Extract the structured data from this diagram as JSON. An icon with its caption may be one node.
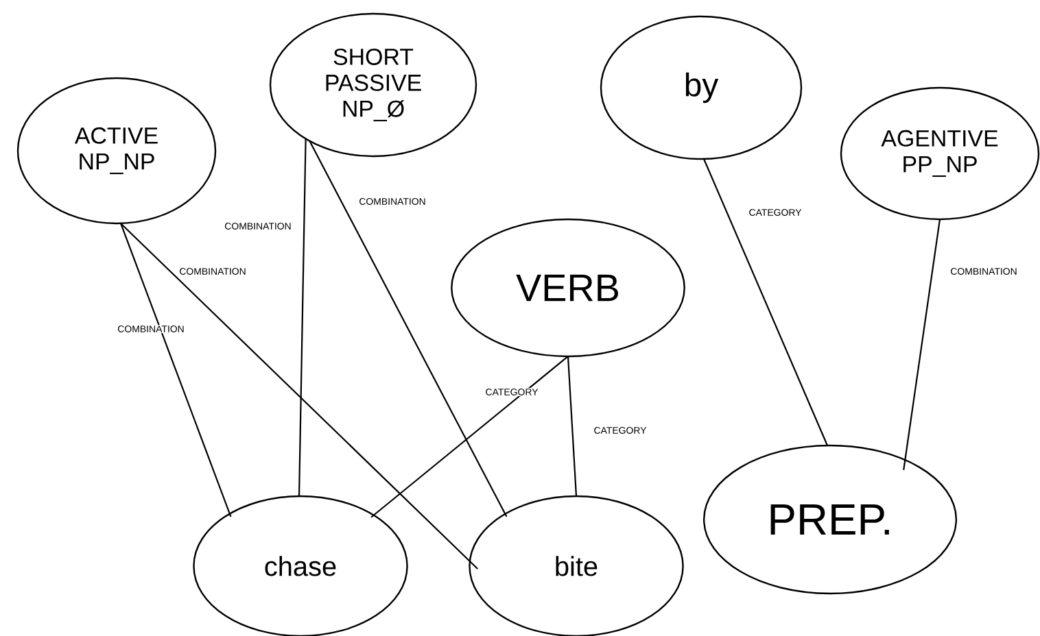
{
  "diagram": {
    "nodes": [
      {
        "text": [
          "ACTIVE",
          "NP_NP"
        ]
      },
      {
        "text": [
          "SHORT PASSIVE",
          "NP_Ø"
        ]
      },
      {
        "text": [
          "by"
        ]
      },
      {
        "text": [
          "AGENTIVE",
          "PP_NP"
        ]
      },
      {
        "text": [
          "VERB"
        ]
      },
      {
        "text": [
          "chase"
        ]
      },
      {
        "text": [
          "bite"
        ]
      },
      {
        "text": [
          "PREP."
        ]
      }
    ],
    "edges": [
      {
        "from": 0,
        "to": 5,
        "arrow": "none",
        "label": "COMBINATION"
      },
      {
        "from": 0,
        "to": 6,
        "arrow": "none",
        "label": "COMBINATION"
      },
      {
        "from": 1,
        "to": 5,
        "arrow": "none",
        "label": "COMBINATION"
      },
      {
        "from": 1,
        "to": 6,
        "arrow": "none",
        "label": "COMBINATION"
      },
      {
        "from": 4,
        "to": 5,
        "arrow": "none",
        "label": "CATEGORY"
      },
      {
        "from": 4,
        "to": 6,
        "arrow": "none",
        "label": "CATEGORY"
      },
      {
        "from": 2,
        "to": 7,
        "arrow": "none",
        "label": "CATEGORY"
      },
      {
        "from": 3,
        "to": 7,
        "arrow": "none",
        "label": "COMBINATION"
      }
    ]
  }
}
